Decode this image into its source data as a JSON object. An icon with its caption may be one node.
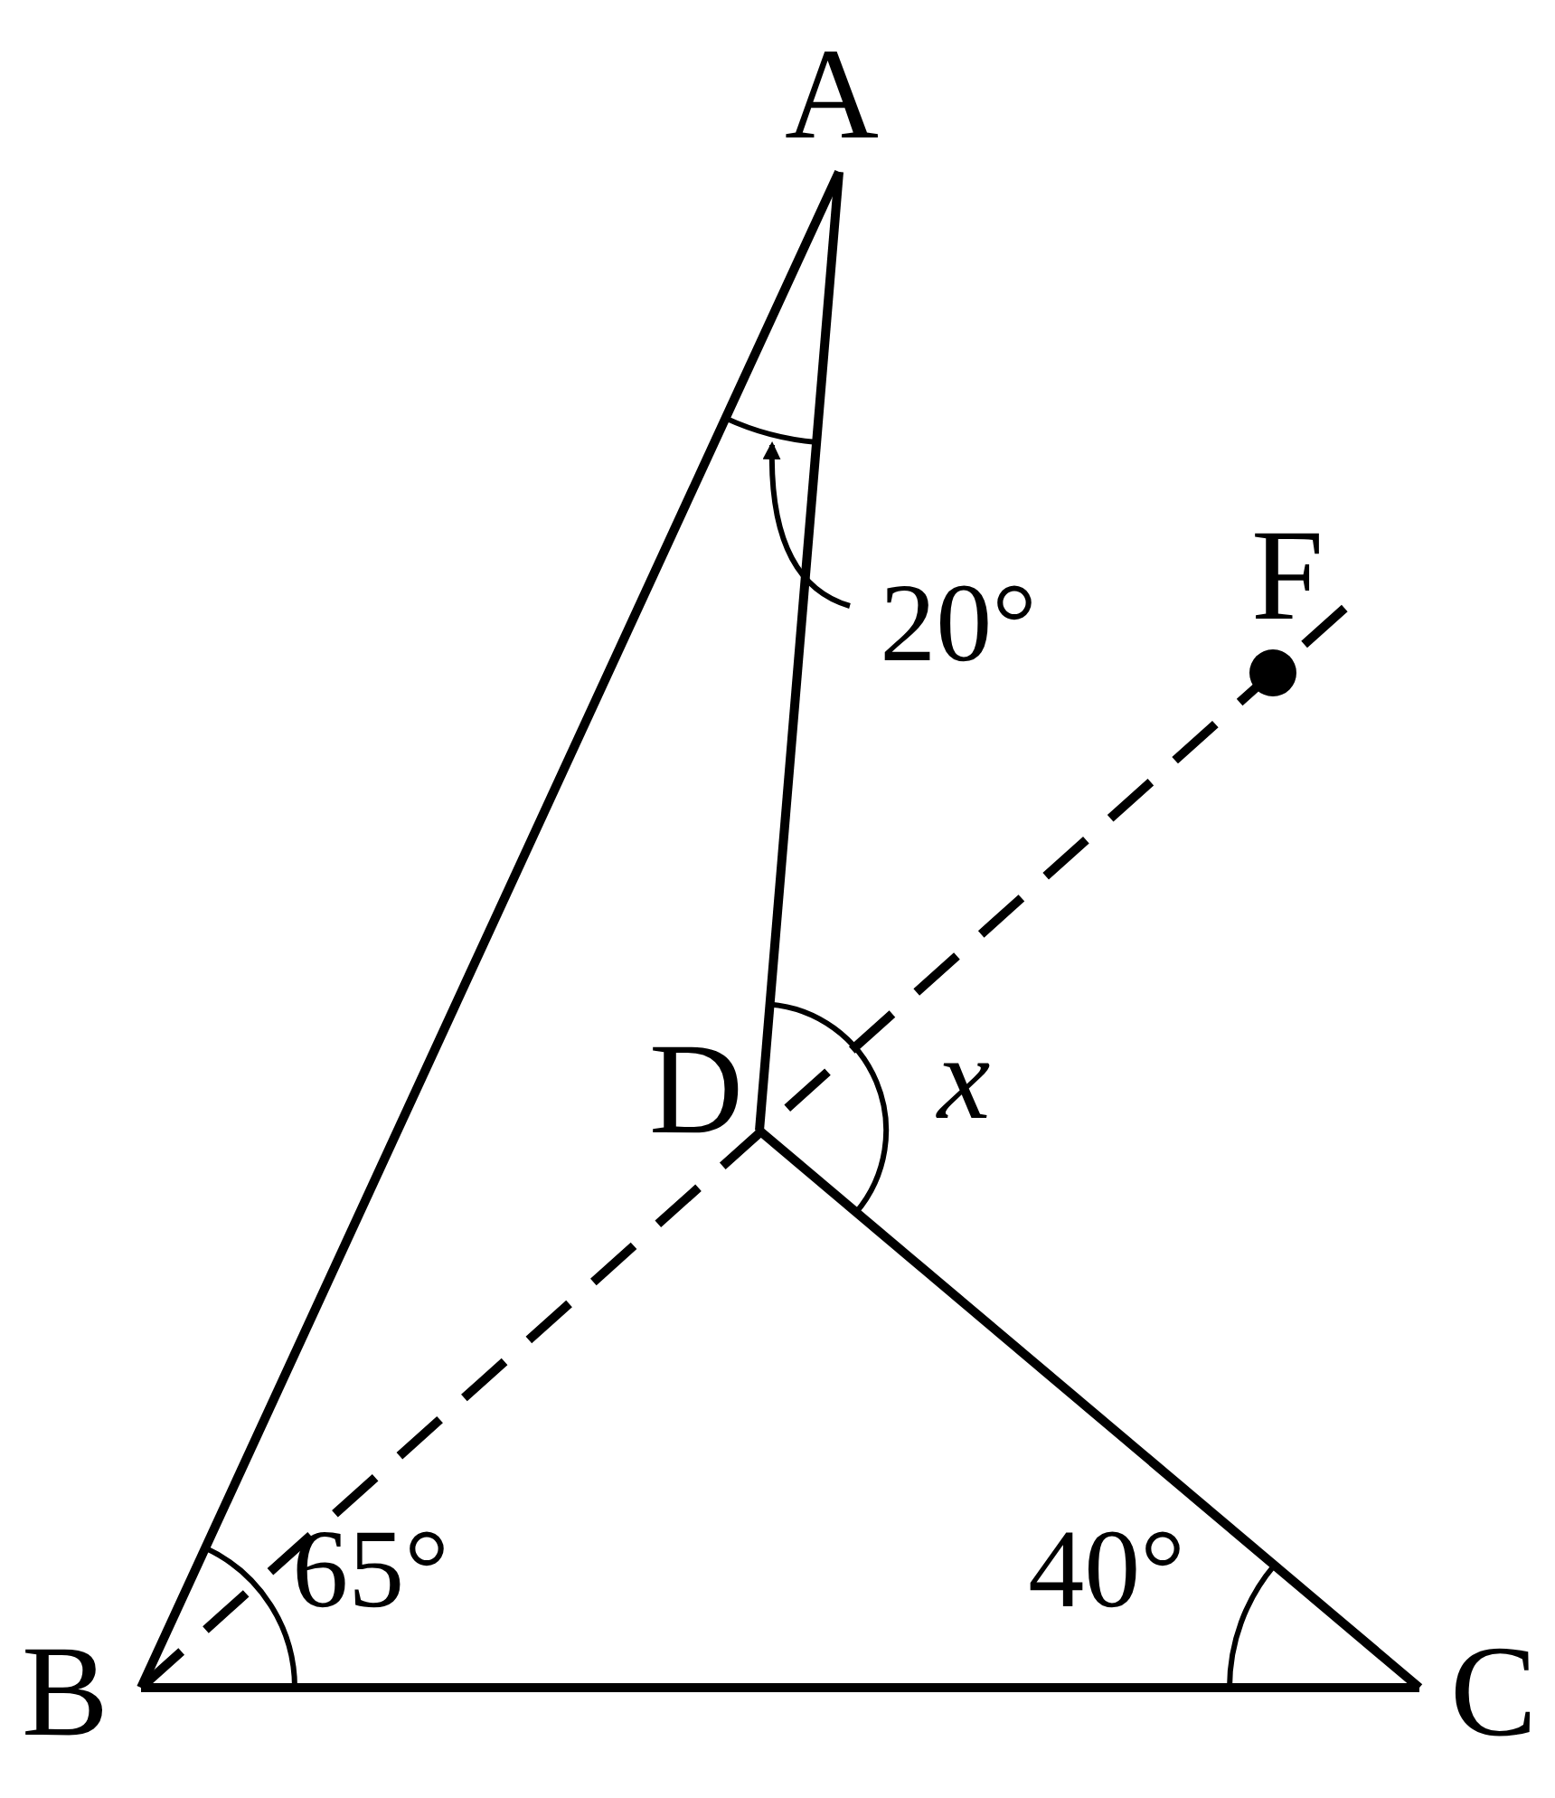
{
  "diagram": {
    "nodes": [
      {
        "text": [
          "A"
        ]
      },
      {
        "text": [
          "B"
        ]
      },
      {
        "text": [
          "C"
        ]
      },
      {
        "text": [
          "D"
        ]
      },
      {
        "text": [
          "F"
        ]
      },
      {
        "text": [
          "20°"
        ]
      },
      {
        "text": [],
        "shape": "arc"
      }
    ],
    "edges": [
      {
        "from": 0,
        "to": 1,
        "arrow": "none"
      },
      {
        "from": 0,
        "to": 3,
        "arrow": "none"
      },
      {
        "from": 3,
        "to": 2,
        "arrow": "none"
      },
      {
        "from": 1,
        "to": 2,
        "arrow": "none"
      },
      {
        "from": 1,
        "to": 4,
        "arrow": "none",
        "style": "dashed"
      },
      {
        "from": 5,
        "to": 6,
        "arrow": "to"
      }
    ],
    "labels": [
      "x",
      "65°",
      "40°"
    ]
  }
}
